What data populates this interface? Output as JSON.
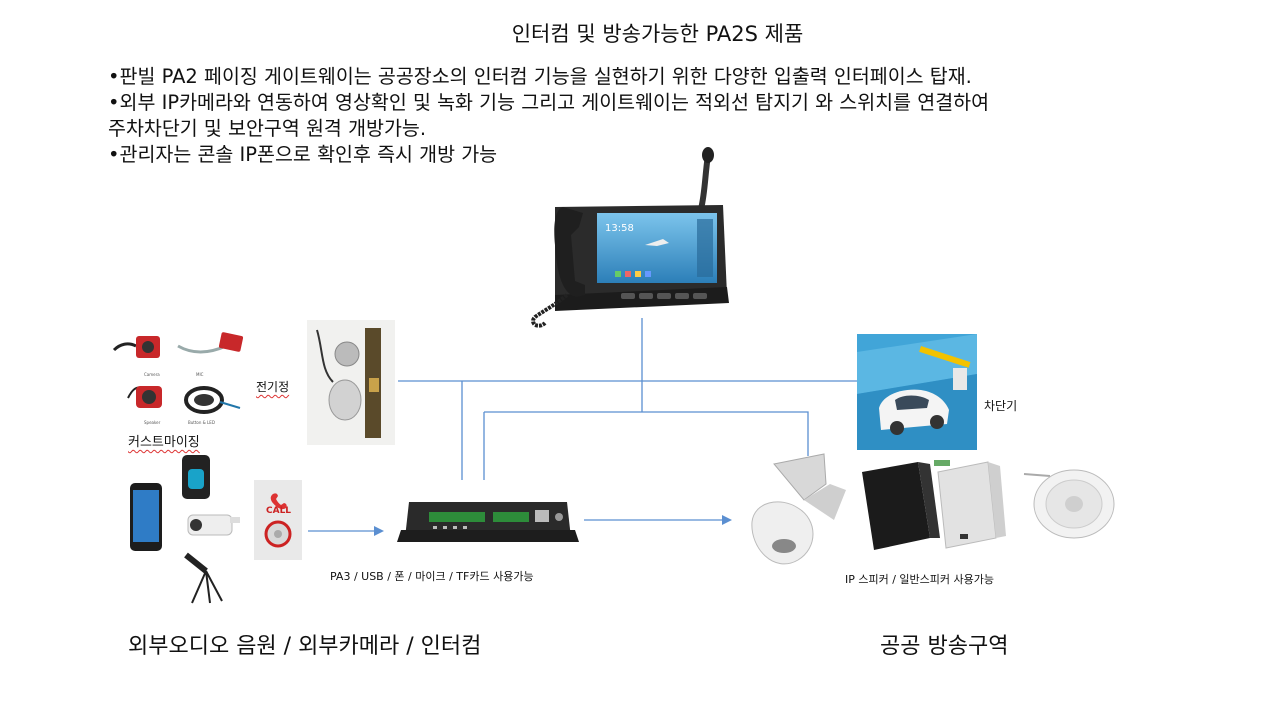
{
  "title": "인터컴 및 방송가능한 PA2S 제품",
  "bullets": [
    "•판빌 PA2 페이징 게이트웨이는  공공장소의 인터컴 기능을 실현하기 위한 다양한 입출력 인터페이스 탑재.",
    "•외부 IP카메라와 연동하여  영상확인 및 녹화 기능 그리고 게이트웨이는 적외선 탐지기 와 스위치를 연결하여",
    " 주차차단기 및 보안구역 원격 개방가능.",
    "•관리자는 콘솔 IP폰으로  확인후 즉시 개방 가능"
  ],
  "labels": {
    "door_lock": "전기정",
    "customizing": "커스트마이징",
    "barrier": "차단기",
    "gateway_caption": "PA3 / USB / 폰 / 마이크 / TF카드 사용가능",
    "speaker_caption": "IP 스피커 / 일반스피커 사용가능",
    "left_group": "외부오디오 음원 / 외부카메라 / 인터컴",
    "right_group": "공공 방송구역"
  },
  "phone_screen": {
    "clock": "13:58"
  },
  "module_tags": {
    "camera": "Camera",
    "mic": "MIC",
    "speaker": "Speaker",
    "button": "Button & LED"
  },
  "call_button": {
    "label": "CALL"
  },
  "colors": {
    "connector_line": "#5b8fd1",
    "module_red": "#c8282a",
    "device_dark": "#2b2b2b",
    "sky_blue": "#3fa3d6"
  }
}
